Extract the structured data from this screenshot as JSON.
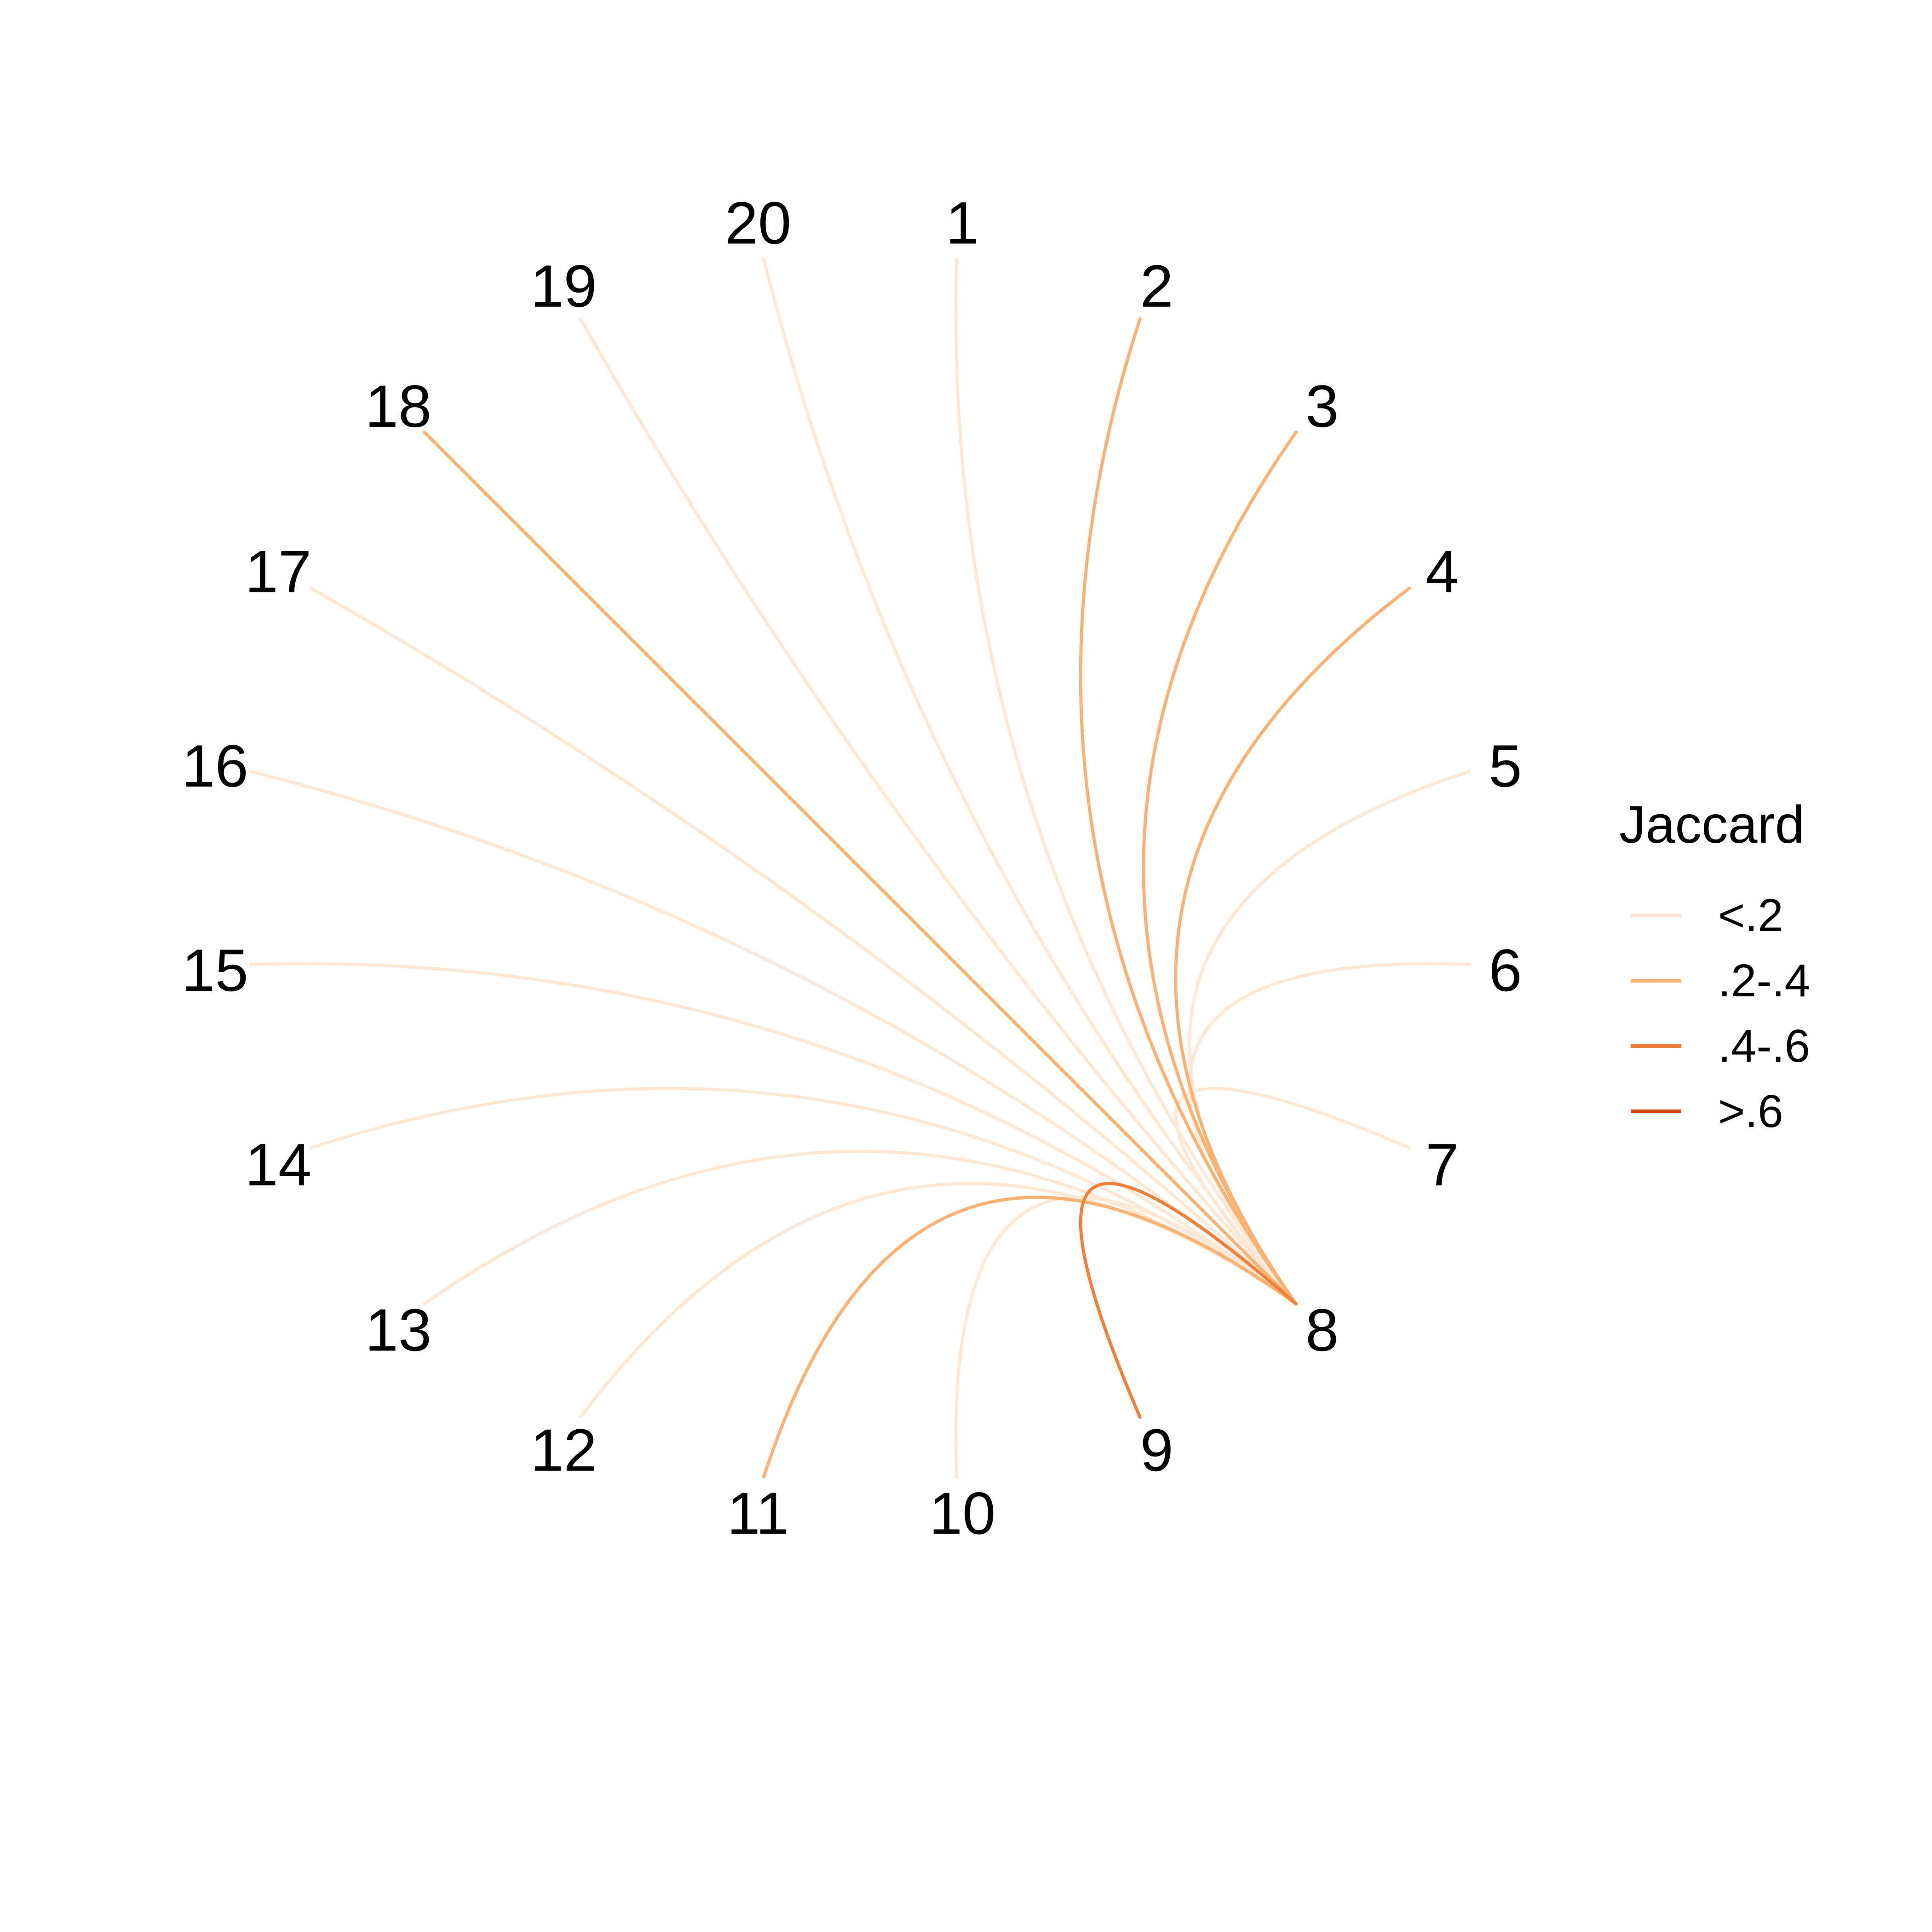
{
  "chart_data": {
    "type": "network",
    "layout": "circular",
    "nodes": [
      "1",
      "2",
      "3",
      "4",
      "5",
      "6",
      "7",
      "8",
      "9",
      "10",
      "11",
      "12",
      "13",
      "14",
      "15",
      "16",
      "17",
      "18",
      "19",
      "20"
    ],
    "edges": [
      {
        "from": "8",
        "to": "1",
        "bin": "<.2"
      },
      {
        "from": "8",
        "to": "2",
        "bin": ".2-.4"
      },
      {
        "from": "8",
        "to": "3",
        "bin": ".2-.4"
      },
      {
        "from": "8",
        "to": "4",
        "bin": ".2-.4"
      },
      {
        "from": "8",
        "to": "5",
        "bin": "<.2"
      },
      {
        "from": "8",
        "to": "6",
        "bin": "<.2"
      },
      {
        "from": "8",
        "to": "7",
        "bin": "<.2"
      },
      {
        "from": "8",
        "to": "9",
        "bin": ".4-.6"
      },
      {
        "from": "8",
        "to": "10",
        "bin": "<.2"
      },
      {
        "from": "8",
        "to": "11",
        "bin": ".2-.4"
      },
      {
        "from": "8",
        "to": "12",
        "bin": "<.2"
      },
      {
        "from": "8",
        "to": "13",
        "bin": "<.2"
      },
      {
        "from": "8",
        "to": "14",
        "bin": "<.2"
      },
      {
        "from": "8",
        "to": "15",
        "bin": "<.2"
      },
      {
        "from": "8",
        "to": "16",
        "bin": "<.2"
      },
      {
        "from": "8",
        "to": "17",
        "bin": "<.2"
      },
      {
        "from": "8",
        "to": "18",
        "bin": ".2-.4"
      },
      {
        "from": "8",
        "to": "19",
        "bin": "<.2"
      },
      {
        "from": "8",
        "to": "20",
        "bin": "<.2"
      }
    ],
    "legend": {
      "title": "Jaccard",
      "position": "right",
      "items": [
        {
          "label": "<.2",
          "color": "#fde8d6"
        },
        {
          "label": ".2-.4",
          "color": "#f8b274"
        },
        {
          "label": ".4-.6",
          "color": "#f07f3a"
        },
        {
          "label": ">.6",
          "color": "#d94813"
        }
      ]
    }
  }
}
